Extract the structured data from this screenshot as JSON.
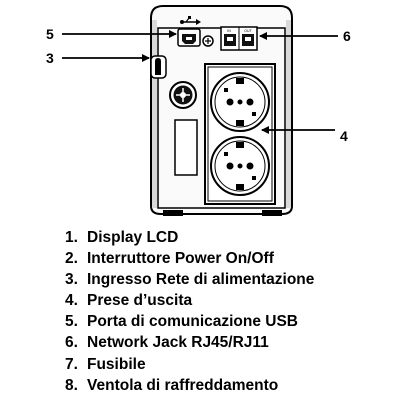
{
  "callouts": {
    "c5": "5",
    "c3": "3",
    "c6": "6",
    "c4": "4"
  },
  "port_labels": {
    "left": "IN",
    "right": "OUT"
  },
  "legend": [
    {
      "num": "1.",
      "text": "Display LCD"
    },
    {
      "num": "2.",
      "text": "Interruttore Power On/Off"
    },
    {
      "num": "3.",
      "text": "Ingresso Rete di alimentazione"
    },
    {
      "num": "4.",
      "text": "Prese d’uscita"
    },
    {
      "num": "5.",
      "text": "Porta di comunicazione USB"
    },
    {
      "num": "6.",
      "text": "Network Jack RJ45/RJ11"
    },
    {
      "num": "7.",
      "text": "Fusibile"
    },
    {
      "num": "8.",
      "text": "Ventola di raffreddamento"
    }
  ]
}
